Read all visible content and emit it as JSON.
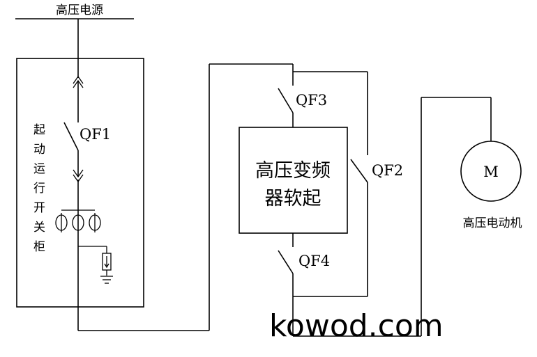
{
  "source_label": "高压电源",
  "cabinet_label": [
    "起",
    "动",
    "运",
    "行",
    "开",
    "关",
    "柜"
  ],
  "vfd_label": {
    "line1": "高压变频",
    "line2": "器软起"
  },
  "motor_symbol": "M",
  "motor_label": "高压电动机",
  "switches": {
    "qf1": "QF1",
    "qf2": "QF2",
    "qf3": "QF3",
    "qf4": "QF4"
  },
  "watermark": "kowod.com"
}
